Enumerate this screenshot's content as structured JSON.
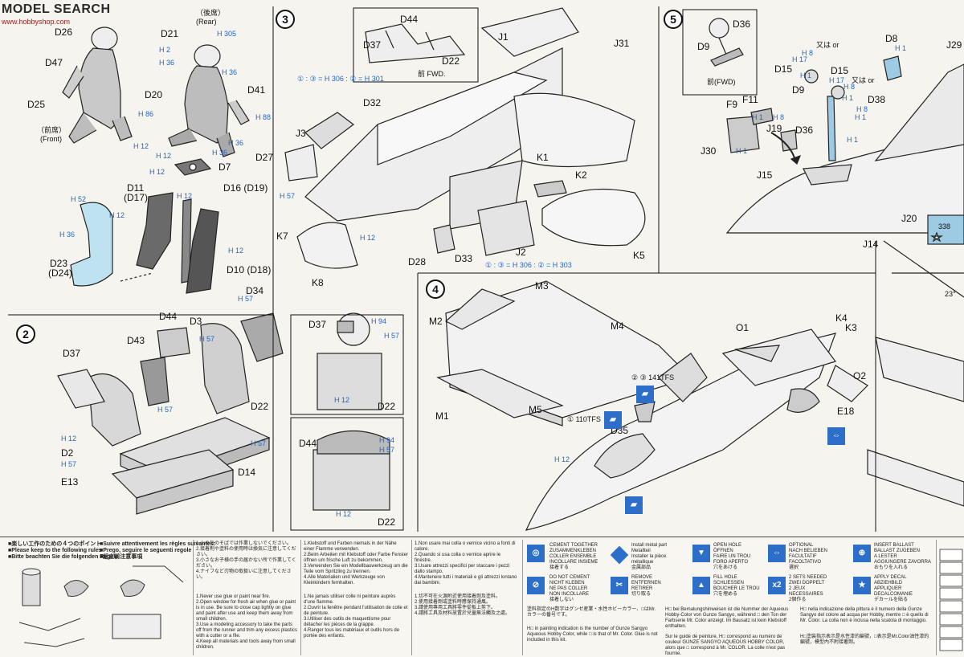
{
  "watermark": {
    "brand": "MODEL SEARCH",
    "url": "www.hobbyshop.com"
  },
  "step_numbers": [
    "2",
    "3",
    "4",
    "5"
  ],
  "pilots": {
    "front_jp": "（前席）",
    "front_en": "(Front)",
    "rear_jp": "（後席）",
    "rear_en": "(Rear)",
    "parts": [
      "D26",
      "D47",
      "D25",
      "D21",
      "D20",
      "D41"
    ],
    "colors": [
      "H 305",
      "H 2",
      "H 36",
      "H 86",
      "H 12",
      "H 88",
      "H 36",
      "H 36",
      "H 12"
    ]
  },
  "seats": {
    "parts": [
      "D7",
      "D11",
      "(D17)",
      "D16 (D19)",
      "D10 (D18)",
      "D23",
      "(D24)"
    ],
    "colors": [
      "H 12",
      "H 12",
      "H 12",
      "H 36",
      "H 52",
      "H 36",
      "H 12",
      "H 12",
      "H 12",
      "H 12"
    ]
  },
  "step2": {
    "parts": [
      "D37",
      "D43",
      "D44",
      "D3",
      "D34",
      "D22",
      "D2",
      "E13",
      "D14"
    ],
    "colors": [
      "H 57",
      "H 57",
      "H 12",
      "H 57",
      "H 12",
      "H 57",
      "H 57"
    ]
  },
  "step3": {
    "inset_parts": [
      "D44",
      "D37",
      "D22"
    ],
    "fwd": "前 FWD.",
    "parts": [
      "J1",
      "J31",
      "D32",
      "J3",
      "D27",
      "K1",
      "K2",
      "K7",
      "K8",
      "D28",
      "D33",
      "J2",
      "K5"
    ],
    "color_mix1": "① : ③ = H 306 : ② = H 301",
    "color_mix2": "① : ③ = H 306 : ② = H 303",
    "colors": [
      "H 57",
      "H 12"
    ]
  },
  "panels": {
    "front_parts": [
      "D37",
      "D22"
    ],
    "front_colors": [
      "H 94",
      "H 57",
      "H 12"
    ],
    "rear_parts": [
      "D44",
      "D22"
    ],
    "rear_colors": [
      "H 94",
      "H 57",
      "H 12"
    ]
  },
  "step4": {
    "parts": [
      "M3",
      "M2",
      "M4",
      "M1",
      "M5",
      "D35",
      "O1",
      "K4",
      "K3",
      "O2",
      "E18"
    ],
    "decals": [
      "② ③ 141TFS",
      "① 110TFS"
    ],
    "colors": [
      "H 12"
    ],
    "angle": "23°"
  },
  "step5": {
    "inset_parts": [
      "D36",
      "D9"
    ],
    "fwd": "前(FWD)",
    "parts": [
      "D8",
      "J29",
      "D15",
      "D9",
      "D15",
      "F9",
      "F11",
      "J19",
      "D38",
      "D36",
      "J30",
      "J15",
      "J20",
      "J14"
    ],
    "or_label_1": "又は or",
    "or_label_2": "又は or",
    "colors": [
      "H 8",
      "H 17",
      "H 1",
      "H 8",
      "H 17",
      "H 1",
      "H 8",
      "H 1",
      "H 1",
      "H 1",
      "H 8",
      "H 1",
      "H 1",
      "H 1"
    ],
    "insignia": "338"
  },
  "footer": {
    "notes_head_jp": "■楽しい工作のための４つのポイント",
    "notes_head_en": "■Please keep to the following rules",
    "notes_head_de": "■Bitte beachten Sie die folgenden Regeln",
    "notes_head_fr": "■Suivre attentivement les règles suivantes:",
    "notes_head_it": "■Prego, seguire le seguenti regole",
    "notes_head_cn": "■組立前注意事項",
    "rules_jp": "1.火の気のそばでは作業しないでください。\n2.接着剤や塗料の使用時は換気に注意してください。\n3.小さなお子様の手の届かない所で作業してください。\n4.ナイフなど刃物の取扱いに注意してください。",
    "rules_en": "1.Never use glue or paint near fire.\n2.Open window for fresh air when glue or paint is in use. Be sure to close cap tightly on glue and paint after use and keep them away from small children.\n3.Use a modeling accessory to take the parts off from the runner and trim any excess plastics with a cutter or a file.\n4.Keep all materials and tools away from small children.",
    "rules_de": "1.Klebstoff und Farben niemals in der Nähe einer Flamme verwenden.\n2.Beim Arbeiten mit Klebstoff oder Farbe Fenster öffnen um frische Luft zu bekommen.\n3.Verwenden Sie ein Modellbauwerkzeug um die Teile vom Spritzling zu trennen.\n4.Alle Materialien und Werkzeuge von Kleinkindern fernhalten.",
    "rules_fr": "1.Ne jamais utiliser colle ni peinture auprès d'une flamme.\n2.Ouvrir la fenêtre pendant l'utilisation de colle et de peinture.\n3.Utiliser des outils de maquettisme pour détacher les pièces de la grappe.\n4.Ranger tous les matériaux et outils hors de portée des enfants.",
    "rules_it": "1.Non usare mai colla o vernice vicino a fonti di calore.\n2.Quando si usa colla o vernice aprire le finestre.\n3.Usare attrezzi specifici per staccare i pezzi dallo stampo.\n4.Mantenere tutti i materiali e gli attrezzi lontano dai bambini.",
    "rules_cn": "1.切不可在火源附近使用接着劑及塗料。\n2.使用接着劑或塗料時應保持通風。\n3.請使用專用工具將零件從板上剪下。\n4.請將工具及材料放置於兒童無法觸及之處。",
    "symbols": [
      {
        "icon": "glue",
        "labels": "CEMENT TOGETHER\nZUSAMMENKLEBEN\nCOLLER ENSEMBLE\nINCOLLARE INSIEME\n接着する"
      },
      {
        "icon": "metal",
        "labels": "Install metal part\nMetallteil\nInstaller la pièce métallique\n金属部品"
      },
      {
        "icon": "hole",
        "labels": "OPEN HOLE\nÖFFNEN\nFAIRE UN TROU\nFORO APERTO\n穴をあける"
      },
      {
        "icon": "optional",
        "labels": "OPTIONAL\nNACH BELIEBEN\nFACULTATIF\nFACOLTATIVO\n選択"
      },
      {
        "icon": "ballast",
        "labels": "INSERT BALLAST\nBALLAST ZUGEBEN\nA LESTER\nAGGIUNGERE ZAVORRA\nおもりを入れる"
      },
      {
        "icon": "noglue",
        "labels": "DO NOT CEMENT\nNICHT KLEBEN\nNE PAS COLLER\nNON INCOLLARE\n接着しない"
      },
      {
        "icon": "remove",
        "labels": "REMOVE\nENTFERNEN\nRETIRER\n切り取る"
      },
      {
        "icon": "fill",
        "labels": "FILL HOLE\nSCHLIESSEN\nBOUCHER LE TROU\n穴を埋める"
      },
      {
        "icon": "x2",
        "labels": "2 SETS NEEDED\nZWEI DOPPELT\n2 JEUX NECESSAIRES\n2個作る"
      },
      {
        "icon": "decal",
        "labels": "APPLY DECAL\nABZIEHBILD\nAPPLIQUER DECALCOMANIE\nデカールを貼る"
      }
    ],
    "paint_jp": "塗料指定のH数字はグンゼ産業・水性ホビーカラー、□はMr.カラーの番号です。",
    "paint_en": "H□ in painting indication is the number of Gunze Sangyo Aqueous Hobby Color, while □ is that of Mr. Color. Glue is not included in this kit.",
    "paint_de": "H□ bei Bemalungshinweisen ist die Nummer der Aqueous Hobby-Color von Gunze Sangyo, während □ den Ton der Farbserie Mr. Color anzeigt. Im Bausatz ist kein Klebstoff enthalten.",
    "paint_fr": "Sur le guide de peinture, H□ correspond au numéro de couleur GUNZE SANGYO AQUEOUS HOBBY COLOR, alors que □ correspond à Mr. COLOR. La colle n'est pas fournie.",
    "paint_it": "H□ nella indicazione della pittura è il numero della Gunze Sangyo del colore ad acqua per Hobby, mentre □ è quello di Mr. Color. La colla non è inclusa nella scatola di montaggio.",
    "paint_cn": "H□塗裝指示表示是水性漆的編號，□表示是Mr.Color油性漆的編號，模型內不附接著劑。"
  }
}
